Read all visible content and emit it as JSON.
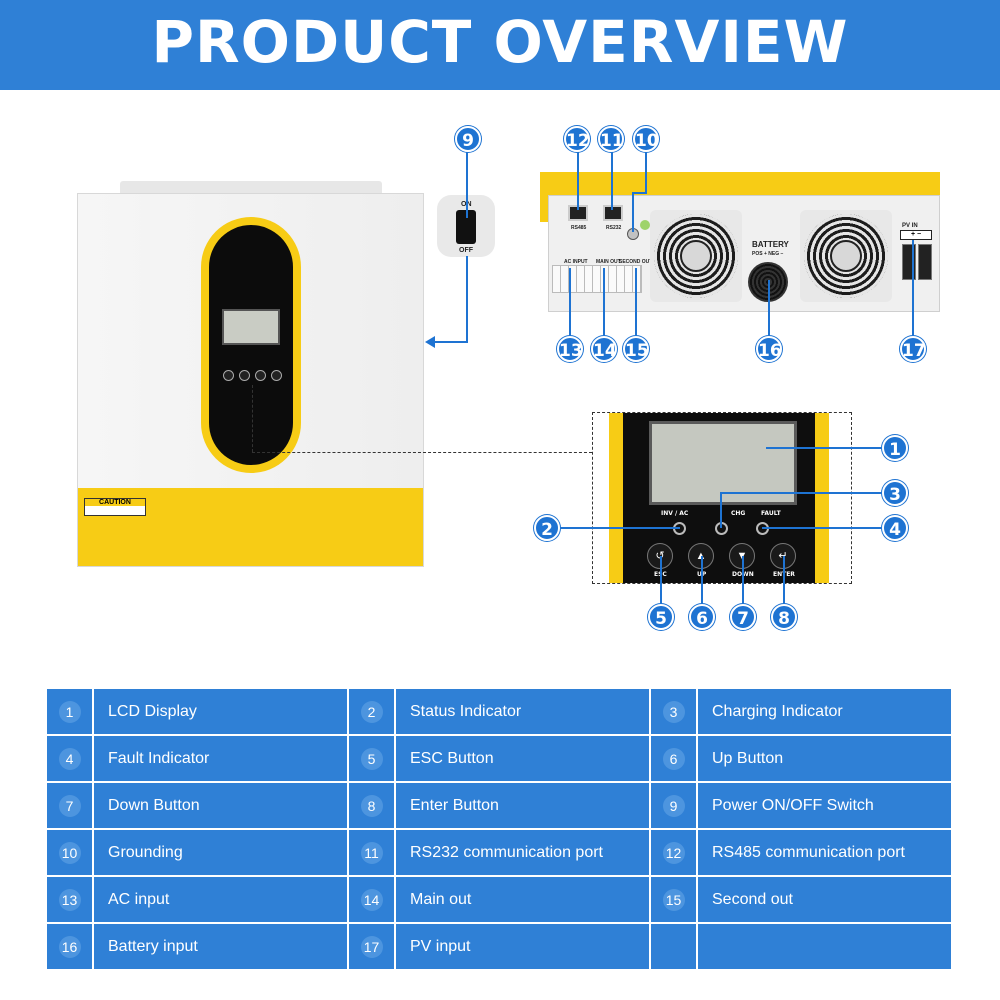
{
  "header": {
    "title": "PRODUCT OVERVIEW"
  },
  "switch": {
    "on_label": "ON",
    "off_label": "OFF"
  },
  "rear": {
    "port_rs485": "RS485",
    "port_rs232": "RS232",
    "ac_input": "AC INPUT",
    "main_out": "MAIN OUT",
    "second_out": "SECOND OUT",
    "battery": "BATTERY",
    "battery_sub": "POS +   NEG −",
    "pv_in": "PV  IN",
    "pv_polarity": "+  −"
  },
  "front": {
    "caution": "CAUTION"
  },
  "zoom": {
    "inv_ac_label": "INV /  AC",
    "chg_label": "CHG",
    "fault_label": "FAULT",
    "esc_label": "ESC",
    "up_label": "UP",
    "down_label": "DOWN",
    "enter_label": "ENTER"
  },
  "callouts": [
    "1",
    "2",
    "3",
    "4",
    "5",
    "6",
    "7",
    "8",
    "9",
    "10",
    "11",
    "12",
    "13",
    "14",
    "15",
    "16",
    "17"
  ],
  "legend": [
    [
      {
        "num": "1",
        "text": "LCD Display"
      },
      {
        "num": "2",
        "text": "Status Indicator"
      },
      {
        "num": "3",
        "text": "Charging Indicator"
      }
    ],
    [
      {
        "num": "4",
        "text": "Fault Indicator"
      },
      {
        "num": "5",
        "text": "ESC Button"
      },
      {
        "num": "6",
        "text": "Up Button"
      }
    ],
    [
      {
        "num": "7",
        "text": "Down Button"
      },
      {
        "num": "8",
        "text": "Enter Button"
      },
      {
        "num": "9",
        "text": "Power ON/OFF Switch"
      }
    ],
    [
      {
        "num": "10",
        "text": "Grounding"
      },
      {
        "num": "11",
        "text": "RS232 communication port"
      },
      {
        "num": "12",
        "text": "RS485 communication port"
      }
    ],
    [
      {
        "num": "13",
        "text": "AC input"
      },
      {
        "num": "14",
        "text": " Main out"
      },
      {
        "num": "15",
        "text": "Second out"
      }
    ],
    [
      {
        "num": "16",
        "text": "Battery input"
      },
      {
        "num": "17",
        "text": "PV input"
      },
      {
        "num": "",
        "text": ""
      }
    ]
  ]
}
